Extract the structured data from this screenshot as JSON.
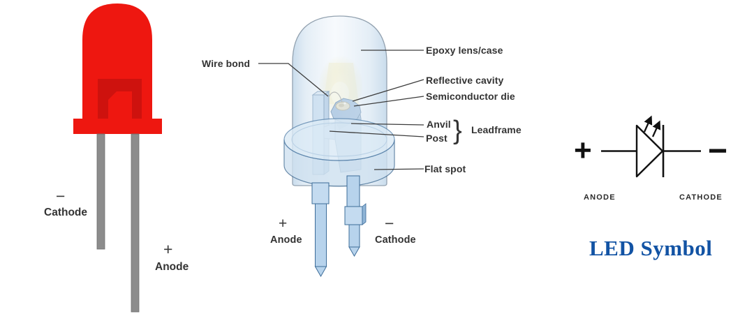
{
  "colors": {
    "led_red": "#ee1710",
    "led_red_inner": "#c8120e",
    "leg_gray": "#8c8c8c",
    "diagram_blue_light": "#dcebf6",
    "diagram_blue_leg": "#b7d3ec",
    "diagram_blue_frame": "#8fb3d8",
    "diagram_outline": "#2f5d8a",
    "glow_yellow": "#f6efc4",
    "label_text": "#333333",
    "symbol_black": "#111111",
    "title_blue": "#1253a4"
  },
  "left_led": {
    "minus": "−",
    "cathode": "Cathode",
    "plus": "+",
    "anode": "Anode"
  },
  "anatomy": {
    "wire_bond": "Wire bond",
    "epoxy": "Epoxy lens/case",
    "reflective_cavity": "Reflective cavity",
    "semiconductor_die": "Semiconductor die",
    "anvil": "Anvil",
    "post": "Post",
    "brace": "}",
    "leadframe": "Leadframe",
    "flat_spot": "Flat spot",
    "plus": "+",
    "anode": "Anode",
    "minus": "−",
    "cathode": "Cathode"
  },
  "symbol": {
    "plus": "+",
    "minus": "−",
    "anode": "ANODE",
    "cathode": "CATHODE",
    "title": "LED Symbol"
  }
}
